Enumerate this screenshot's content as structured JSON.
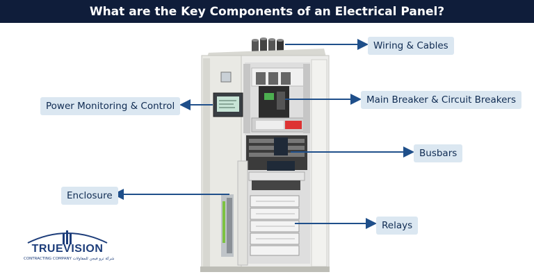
{
  "title": "What are the Key Components of an Electrical Panel?",
  "labels": {
    "wiring": "Wiring & Cables",
    "main_breaker": "Main Breaker & Circuit Breakers",
    "power_monitoring": "Power  Monitoring & Control",
    "busbars": "Busbars",
    "enclosure": "Enclosure",
    "relays": "Relays"
  },
  "logo": {
    "name_left": "TRUE",
    "name_right": "VISION",
    "tagline": "CONTRACTING COMPANY",
    "tagline_arabic": "شركة ترو فيجن للمقاولات"
  },
  "colors": {
    "title_bg": "#0f1d3a",
    "label_bg": "#dbe7f1",
    "arrow": "#1f4f8a",
    "logo": "#1d3d7a"
  }
}
